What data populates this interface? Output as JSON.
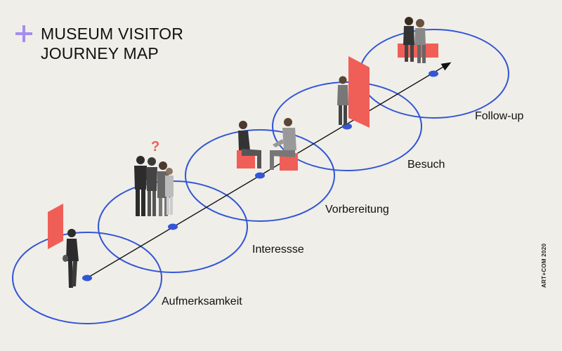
{
  "header": {
    "title_line1": "MUSEUM VISITOR",
    "title_line2": "JOURNEY MAP"
  },
  "stages": [
    {
      "label": "Aufmerksamkeit"
    },
    {
      "label": "Interessse"
    },
    {
      "label": "Vorbereitung"
    },
    {
      "label": "Besuch"
    },
    {
      "label": "Follow-up"
    }
  ],
  "question_mark": "?",
  "credit": "ART+COM 2020",
  "colors": {
    "background": "#f0eee8",
    "circle": "#3356d6",
    "accent": "#ef5e57",
    "plus": "#a58cf0",
    "ink": "#111111"
  },
  "icons": {
    "title_marker": "plus-icon",
    "path_end": "arrowhead-icon"
  }
}
